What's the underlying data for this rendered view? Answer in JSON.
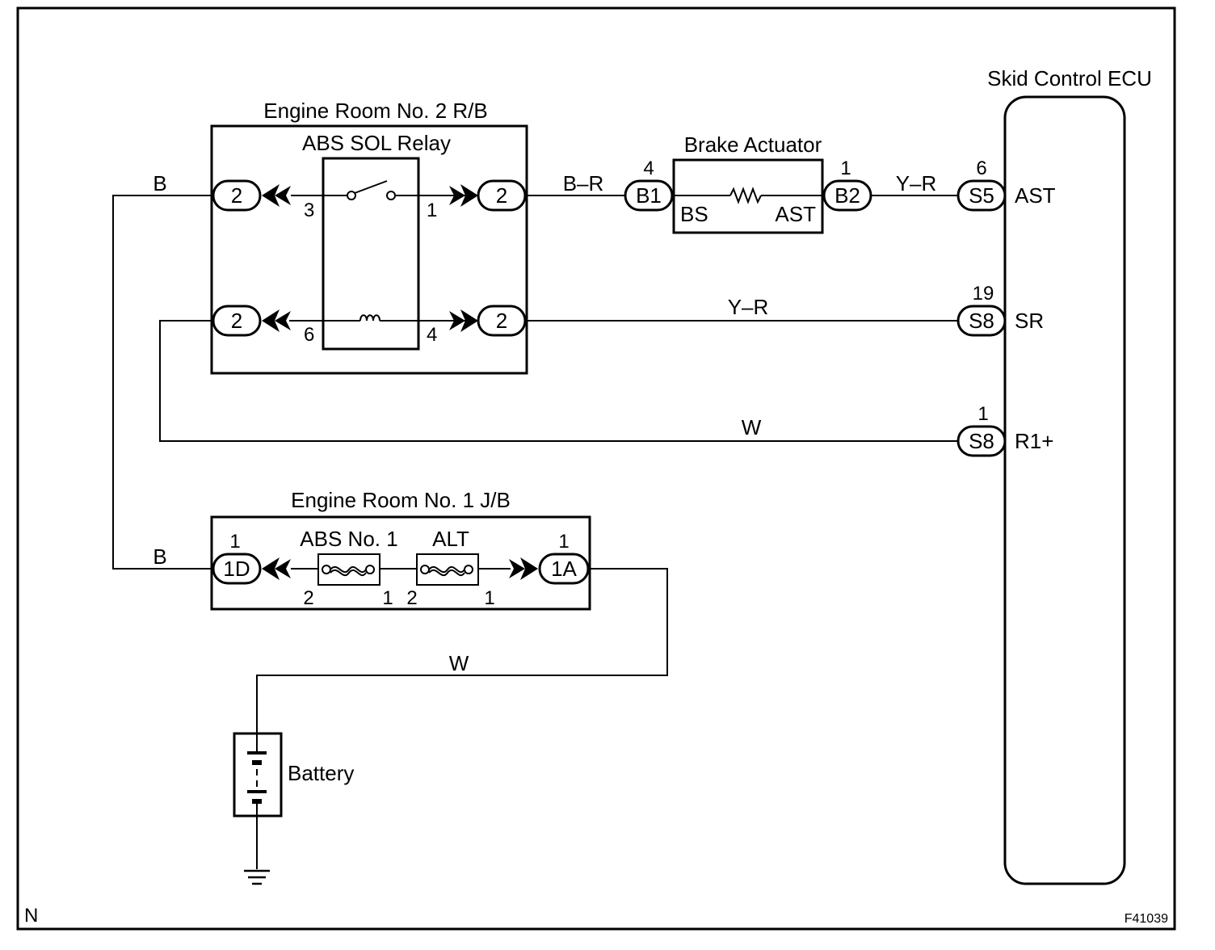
{
  "boxes": {
    "ecu": "Skid Control ECU",
    "rb2": "Engine Room No. 2 R/B",
    "relay": "ABS SOL Relay",
    "actuator": "Brake Actuator",
    "jb1": "Engine Room No. 1 J/B",
    "battery": "Battery"
  },
  "fuses": {
    "abs": "ABS No. 1",
    "alt": "ALT"
  },
  "actuator_terms": {
    "left": "BS",
    "right": "AST"
  },
  "connectors": {
    "rb_l1": "2",
    "rb_r1": "2",
    "rb_l2": "2",
    "rb_r2": "2",
    "b1": "B1",
    "b2": "B2",
    "s5": "S5",
    "s8a": "S8",
    "s8b": "S8",
    "jb_l": "1D",
    "jb_r": "1A"
  },
  "pins": {
    "relay_3": "3",
    "relay_1": "1",
    "relay_6": "6",
    "relay_4": "4",
    "b1": "4",
    "b2": "1",
    "s5": "6",
    "s8a": "19",
    "s8b": "1",
    "jb_l": "1",
    "jb_r": "1",
    "fuse_abs_l": "2",
    "fuse_abs_r": "1",
    "fuse_alt_l": "2",
    "fuse_alt_r": "1"
  },
  "ecu_terms": {
    "ast": "AST",
    "sr": "SR",
    "r1": "R1+"
  },
  "wires": {
    "b_top": "B",
    "b_r": "B–R",
    "y_r_top": "Y–R",
    "y_r_mid": "Y–R",
    "w_mid": "W",
    "b_bottom": "B",
    "w_bottom": "W"
  },
  "footer": {
    "left": "N",
    "right": "F41039"
  }
}
